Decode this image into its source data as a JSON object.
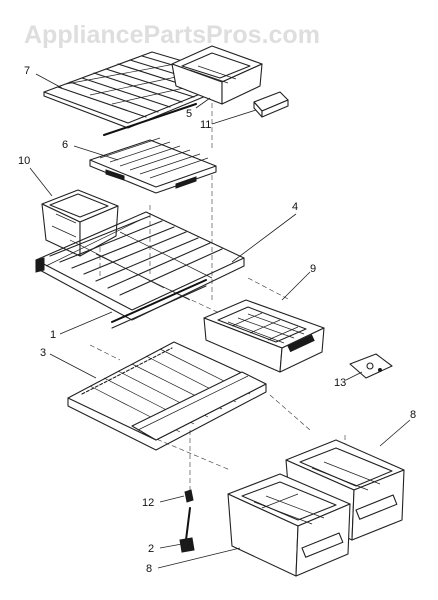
{
  "watermark": {
    "text": "AppliancePartsPros.com"
  },
  "callouts": {
    "c1": "1",
    "c2": "2",
    "c3": "3",
    "c4": "4",
    "c5": "5",
    "c6": "6",
    "c7": "7",
    "c8a": "8",
    "c8b": "8",
    "c9": "9",
    "c10": "10",
    "c11": "11",
    "c12": "12",
    "c13": "13"
  },
  "colors": {
    "ink": "#222222",
    "watermark": "#dedede",
    "background": "#ffffff"
  }
}
